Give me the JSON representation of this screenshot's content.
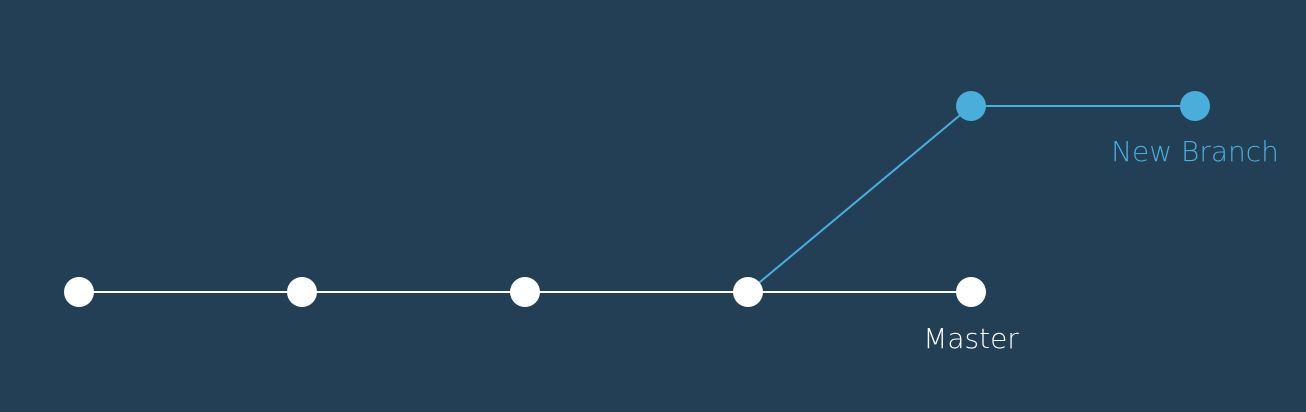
{
  "diagram": {
    "labels": {
      "master": "Master",
      "new_branch": "New Branch"
    },
    "colors": {
      "background": "#223f56",
      "master": "#ffffff",
      "branch": "#4aaedb"
    },
    "master_commit_count": 5,
    "branch_commit_count": 2,
    "branch_from_commit_index": 4
  }
}
